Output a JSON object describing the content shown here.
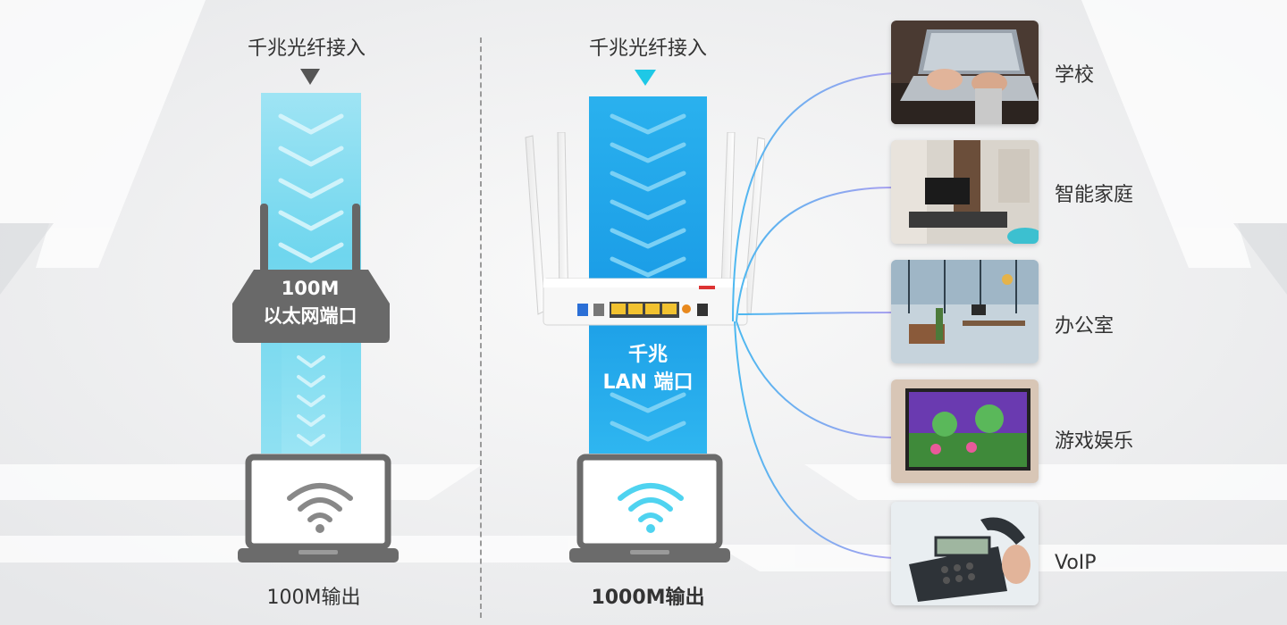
{
  "left_panel": {
    "top_label": "千兆光纤接入",
    "router_speed": "100M",
    "router_port": "以太网端口",
    "output_label": "100M输出"
  },
  "right_panel": {
    "top_label": "千兆光纤接入",
    "router_text_line1": "千兆",
    "router_text_line2": "LAN 端口",
    "output_label": "1000M输出"
  },
  "scenarios": [
    {
      "label": "学校",
      "icon": "laptop-typing-photo"
    },
    {
      "label": "智能家庭",
      "icon": "living-room-photo"
    },
    {
      "label": "办公室",
      "icon": "office-photo"
    },
    {
      "label": "游戏娱乐",
      "icon": "tv-game-photo"
    },
    {
      "label": "VoIP",
      "icon": "desk-phone-photo"
    }
  ],
  "colors": {
    "beam_light": "#7fdcf0",
    "beam_strong": "#1a9ce6",
    "router_gray": "#666666",
    "wifi_gray": "#888888",
    "wifi_cyan": "#4fd3f0",
    "arrow_cyan": "#1ec8e6"
  }
}
